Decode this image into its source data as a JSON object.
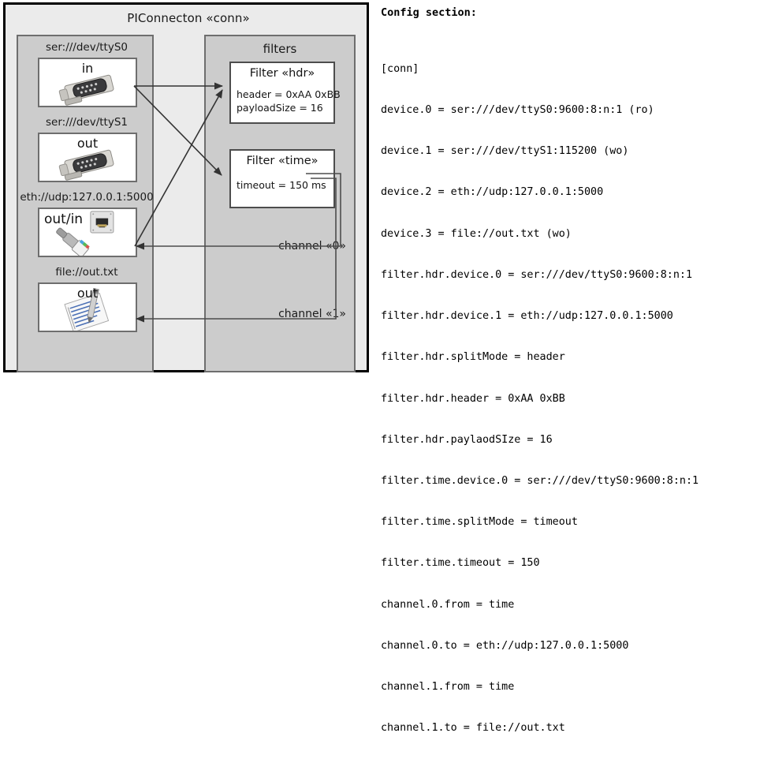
{
  "diagram": {
    "title": "PIConnecton «conn»",
    "devices_panel": {
      "name": "devices-panel",
      "slots": [
        {
          "label": "ser:///dev/ttyS0",
          "io": "in",
          "icon": "serial-db9-connector-icon"
        },
        {
          "label": "ser:///dev/ttyS1",
          "io": "out",
          "icon": "serial-db9-connector-icon"
        },
        {
          "label": "eth://udp:127.0.0.1:5000",
          "io": "out/in",
          "icon": "ethernet-rj45-jack-icon"
        },
        {
          "label": "file://out.txt",
          "io": "out",
          "icon": "text-file-with-pen-icon"
        }
      ]
    },
    "filters_panel": {
      "title": "filters",
      "filters": [
        {
          "title": "Filter «hdr»",
          "props": [
            "header = 0xAA 0xBB",
            "payloadSize = 16"
          ]
        },
        {
          "title": "Filter «time»",
          "props": [
            "timeout = 150 ms"
          ]
        }
      ],
      "channels": [
        {
          "label": "channel «0»"
        },
        {
          "label": "channel «1»"
        }
      ]
    }
  },
  "config": {
    "heading": "Config section:",
    "lines": [
      "[conn]",
      "device.0 = ser:///dev/ttyS0:9600:8:n:1 (ro)",
      "device.1 = ser:///dev/ttyS1:115200 (wo)",
      "device.2 = eth://udp:127.0.0.1:5000",
      "device.3 = file://out.txt (wo)",
      "filter.hdr.device.0 = ser:///dev/ttyS0:9600:8:n:1",
      "filter.hdr.device.1 = eth://udp:127.0.0.1:5000",
      "filter.hdr.splitMode = header",
      "filter.hdr.header = 0xAA 0xBB",
      "filter.hdr.paylaodSIze = 16",
      "filter.time.device.0 = ser:///dev/ttyS0:9600:8:n:1",
      "filter.time.splitMode = timeout",
      "filter.time.timeout = 150",
      "channel.0.from = time",
      "channel.0.to = eth://udp:127.0.0.1:5000",
      "channel.1.from = time",
      "channel.1.to = file://out.txt"
    ]
  },
  "colors": {
    "page_background": "#ffffff",
    "frame_background": "#ebebeb",
    "panel_background": "#cccccc",
    "panel_border": "#6e6e6e",
    "card_background": "#ffffff",
    "frame_border": "#000000",
    "wire": "#333333",
    "text": "#1a1a1a"
  }
}
